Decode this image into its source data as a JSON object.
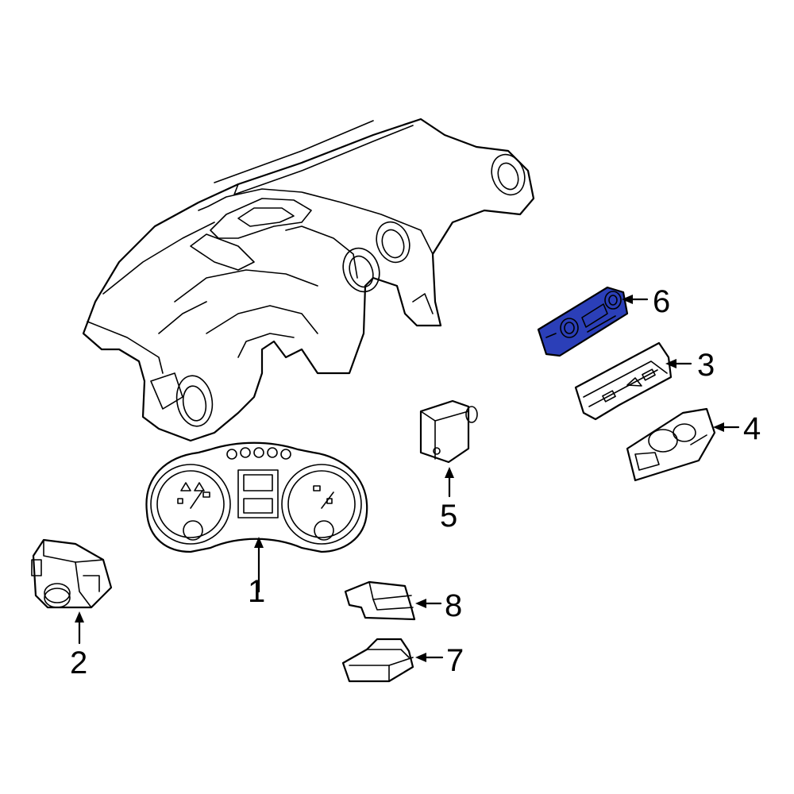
{
  "diagram": {
    "highlight_color": "#2b3fb8",
    "highlight_part": "6",
    "callouts": [
      {
        "id": "c1",
        "label": "1"
      },
      {
        "id": "c2",
        "label": "2"
      },
      {
        "id": "c3",
        "label": "3"
      },
      {
        "id": "c4",
        "label": "4"
      },
      {
        "id": "c5",
        "label": "5"
      },
      {
        "id": "c6",
        "label": "6"
      },
      {
        "id": "c7",
        "label": "7"
      },
      {
        "id": "c8",
        "label": "8"
      }
    ]
  }
}
